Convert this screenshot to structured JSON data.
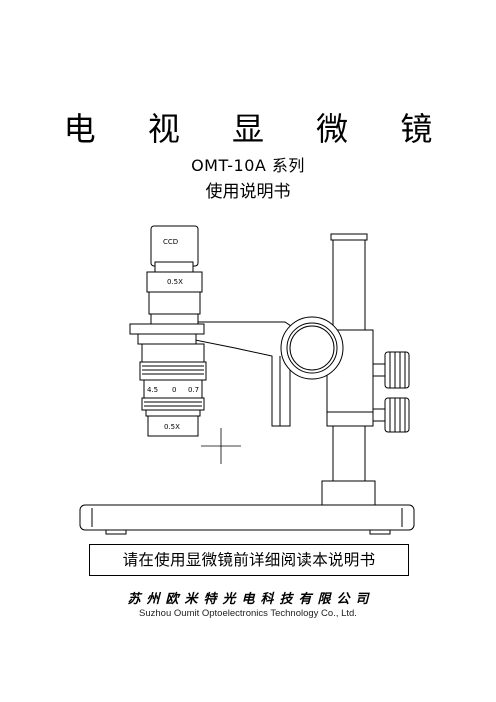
{
  "cover": {
    "title": "电 视 显 微 镜",
    "model": "OMT-10A 系列",
    "manual": "使用说明书"
  },
  "figure": {
    "camera_label": "CCD",
    "adapter_label": "0.5X",
    "zoom_scale_left": "4.5",
    "zoom_scale_mid": "0",
    "zoom_scale_right": "0.7",
    "objective_label": "0.5X"
  },
  "notice": "请在使用显微镜前详细阅读本说明书",
  "company": {
    "name_cn": "苏州欧米特光电科技有限公司",
    "name_en": "Suzhou Oumit Optoelectronics Technology Co., Ltd."
  }
}
